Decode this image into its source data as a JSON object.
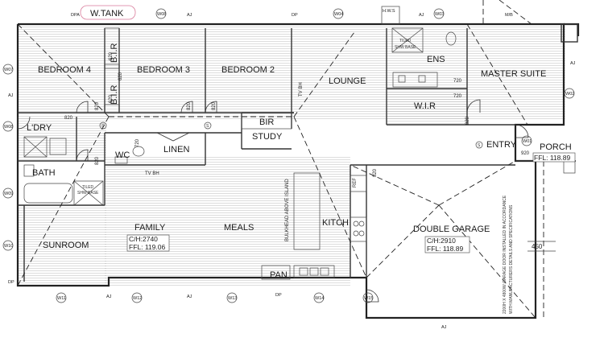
{
  "rooms": {
    "bedroom4": "BEDROOM 4",
    "bedroom3": "BEDROOM 3",
    "bedroom2": "BEDROOM 2",
    "lounge": "LOUNGE",
    "ens": "ENS",
    "master": "MASTER SUITE",
    "wir": "W.I.R",
    "bir": "BIR",
    "bir_v1": "B.I.R",
    "bir_v2": "B.I.R",
    "ldry": "L'DRY",
    "wc": "WC",
    "linen": "LINEN",
    "study": "STUDY",
    "entry": "ENTRY",
    "porch": "PORCH",
    "bath": "BATH",
    "family": "FAMILY",
    "meals": "MEALS",
    "kitch": "KITCH",
    "sunroom": "SUNROOM",
    "pan": "PAN",
    "garage": "DOUBLE GARAGE"
  },
  "labels": {
    "wtank": "W.TANK",
    "hws": "H.W.S",
    "mb": "M/B",
    "tvbh_lounge": "TV BH",
    "tvbh_wc": "TV BH",
    "bulkhead": "BULKHEAD ABOVE ISLAND",
    "ref": "REF",
    "s": "S",
    "tiled_shw1": "TILED",
    "tiled_shw1b": "SHW BASE",
    "tiled_shw2": "TILED",
    "tiled_shw2b": "SHW BASE",
    "dpa": "DPA",
    "garage_note_1": "2200H X 4800W GARAGE DOOR INSTALLED IN ACCORDANCE",
    "garage_note_2": "WITH MANUFACTURERS DETAILS AND SPECIFICATIONS"
  },
  "levels": {
    "family_ch": "C/H:2740",
    "family_ffl": "FFL: 119.06",
    "garage_ch": "C/H:2910",
    "garage_ffl": "FFL: 118.89",
    "porch_ffl": "FFL: 118.89"
  },
  "dims": {
    "d820a": "820",
    "d820b": "820",
    "d820c": "820",
    "d820d": "820",
    "d820e": "820",
    "d820f": "820",
    "d820g": "820",
    "d620a": "620",
    "d620b": "620",
    "d620c": "620",
    "d720a": "720",
    "d720b": "720",
    "d720c": "720",
    "d920": "920",
    "d450": "450"
  },
  "tags": {
    "w01": "W01",
    "w02": "W02",
    "w03": "W03",
    "w04": "W04",
    "w08": "W08",
    "w06": "W06",
    "w07": "W07",
    "w09": "W09",
    "w10": "W10",
    "w11": "W11",
    "w12": "W12",
    "w13": "W13",
    "w14": "W14",
    "w15": "W15",
    "w16": "W16",
    "aj": "AJ",
    "dp": "DP"
  },
  "colors": {
    "wtank_outline": "#d97a9a",
    "line": "#222222"
  }
}
